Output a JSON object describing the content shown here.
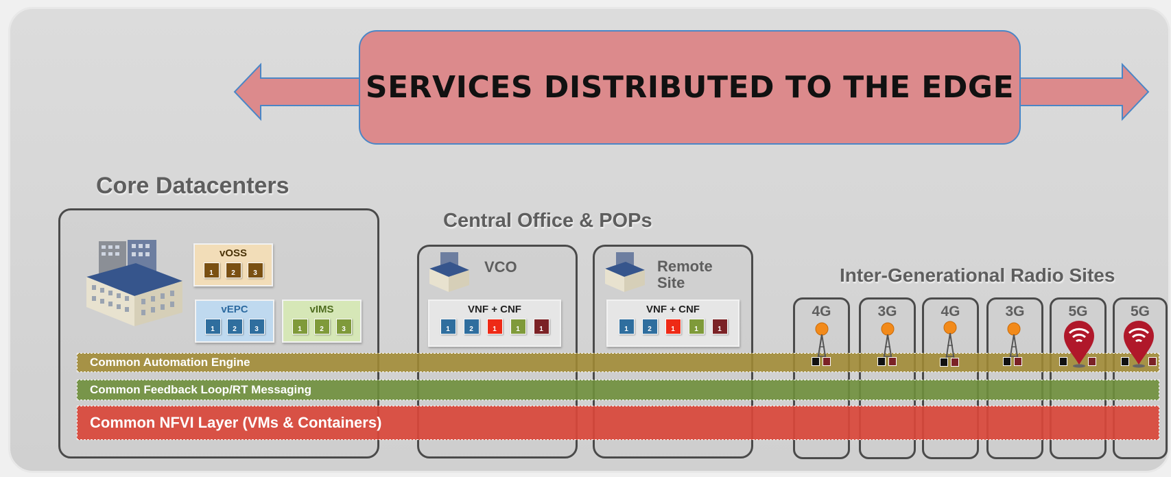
{
  "banner": {
    "text": "SERVICES DISTRIBUTED TO THE EDGE"
  },
  "sections": {
    "core": "Core Datacenters",
    "central": "Central Office & POPs",
    "radio": "Inter-Generational Radio Sites"
  },
  "core_tiles": {
    "voss": {
      "label": "vOSS",
      "items": [
        "1",
        "2",
        "3"
      ]
    },
    "vepc": {
      "label": "vEPC",
      "items": [
        "1",
        "2",
        "3"
      ]
    },
    "vims": {
      "label": "vIMS",
      "items": [
        "1",
        "2",
        "3"
      ]
    }
  },
  "vco": {
    "label": "VCO",
    "tile_label": "VNF + CNF",
    "items": [
      "1",
      "2",
      "1",
      "1",
      "1"
    ]
  },
  "remote": {
    "label_line1": "Remote",
    "label_line2": "Site",
    "tile_label": "VNF + CNF",
    "items": [
      "1",
      "2",
      "1",
      "1",
      "1"
    ]
  },
  "radio_sites": [
    "4G",
    "3G",
    "4G",
    "3G",
    "5G",
    "5G"
  ],
  "layers": {
    "automation": "Common Automation Engine",
    "feedback": "Common Feedback Loop/RT Messaging",
    "nfvi": "Common NFVI Layer (VMs & Containers)"
  },
  "colors": {
    "banner": "#dc8a8c",
    "voss": "#7a5012",
    "vepc": "#2f6e9e",
    "vims": "#7f9a3a",
    "red": "#ee2a16",
    "maroon": "#7b2226",
    "automation": "#a08a33",
    "feedback": "#6f8f3c",
    "nfvi": "#d9463a"
  }
}
